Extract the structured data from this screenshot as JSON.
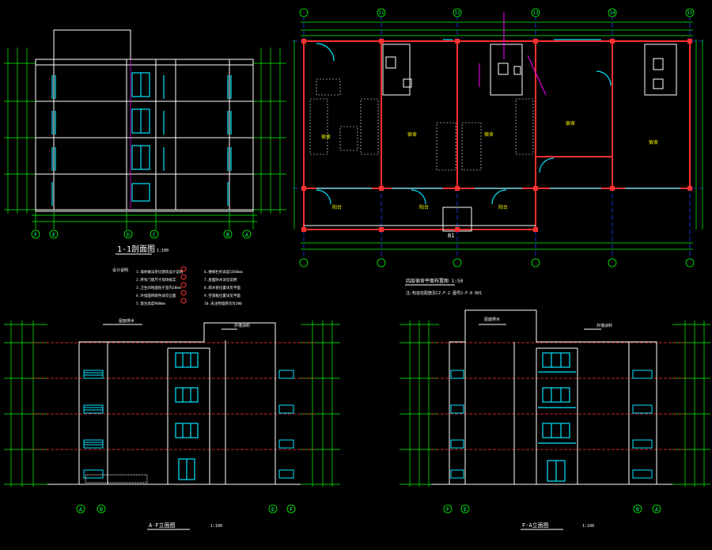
{
  "section": {
    "title": "1-1剖面图",
    "scale": "1:100",
    "axes": [
      "F",
      "E",
      "D",
      "C",
      "B",
      "A"
    ]
  },
  "plan": {
    "title": "四层宿舍平面布置图 1:50",
    "note": "注:构造柱配筋见CZ-F-2 图号2-F-0 001",
    "label_b": "B1",
    "axes": [
      "11",
      "12",
      "13",
      "14",
      "15"
    ]
  },
  "notes": {
    "heading": "设计说明",
    "items": [
      "1.墙体做法参见建筑设计说明",
      "2.所有门窗尺寸现场核实",
      "3.卫生间地面低于室内20mm",
      "4.外墙面砖颜色详见立面",
      "5.窗台高度900mm",
      "6.楼梯栏杆高度1050mm",
      "7.屋面防水详见说明",
      "8.雨水管位置详见平面",
      "9.空调板位置详见平面",
      "10.未注明墙厚均为200"
    ]
  },
  "elevation1": {
    "title": "A-F立面图",
    "scale": "1:100",
    "axes": [
      "A",
      "B",
      "E",
      "F"
    ],
    "label1": "屋面排水",
    "label2": "外墙涂料"
  },
  "elevation2": {
    "title": "F-A立面图",
    "scale": "1:100",
    "axes": [
      "F",
      "E",
      "B",
      "A"
    ],
    "label1": "屋面排水",
    "label2": "外墙涂料"
  },
  "colors": {
    "background": "#000000",
    "wall": "#ff3030",
    "window": "#00e5ff",
    "dimension": "#00ff00",
    "grid": "#2040ff"
  }
}
